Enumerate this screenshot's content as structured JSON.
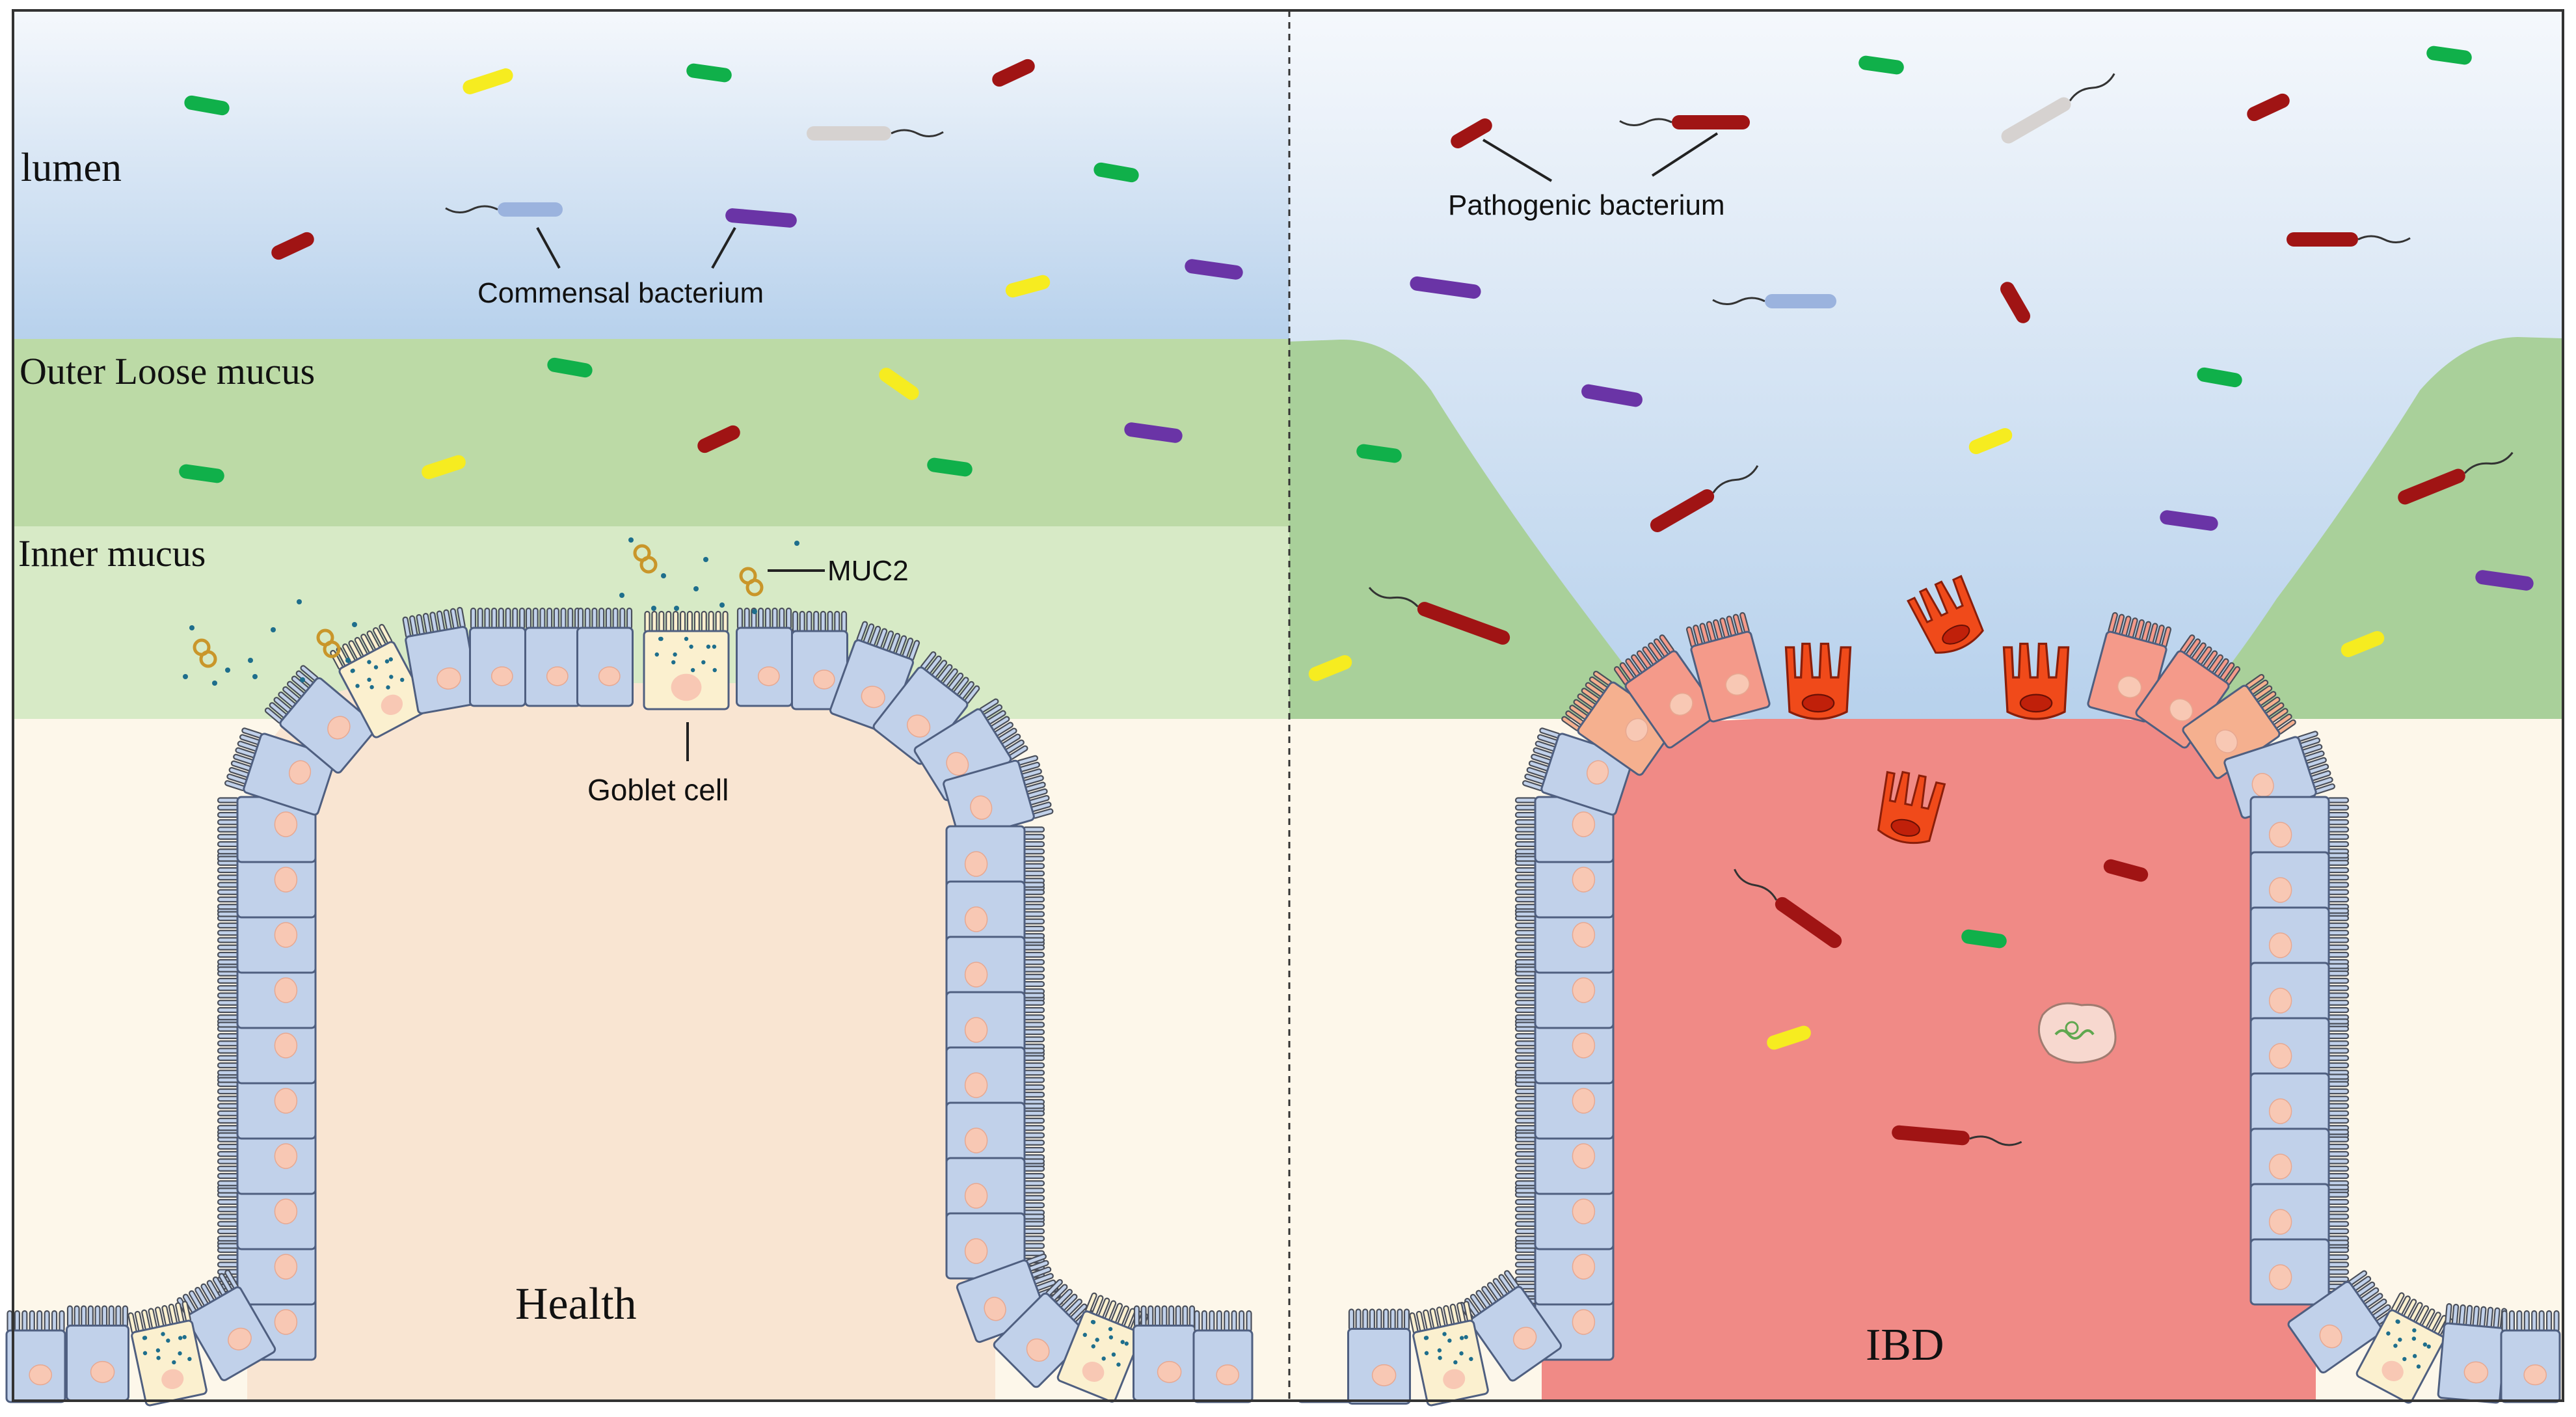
{
  "labels": {
    "lumen": "lumen",
    "outer_mucus": "Outer Loose mucus",
    "inner_mucus": "Inner mucus",
    "muc2": "MUC2",
    "commensal": "Commensal bacterium",
    "pathogenic": "Pathogenic bacterium",
    "goblet": "Goblet cell",
    "health": "Health",
    "ibd": "IBD"
  },
  "colors": {
    "lumen_top": "#f6f9fd",
    "lumen_bottom": "#b6d0eb",
    "outer_mucus": "#bcdaa6",
    "inner_mucus": "#d7eac6",
    "tissue": "#fdf7ea",
    "villus_core": "#f9e5d2",
    "inflamed_core": "#f08a86",
    "enterocyte": "#c1d1ea",
    "goblet_cell": "#fbf0cf",
    "nucleus": "#f8c8b4",
    "bacteria": [
      "#10b04a",
      "#f6ec20",
      "#a01414",
      "#6a34a6",
      "#9bb3de",
      "#d6d2d0"
    ]
  },
  "panels": [
    {
      "name": "health",
      "state": "Health"
    },
    {
      "name": "ibd",
      "state": "IBD"
    }
  ]
}
